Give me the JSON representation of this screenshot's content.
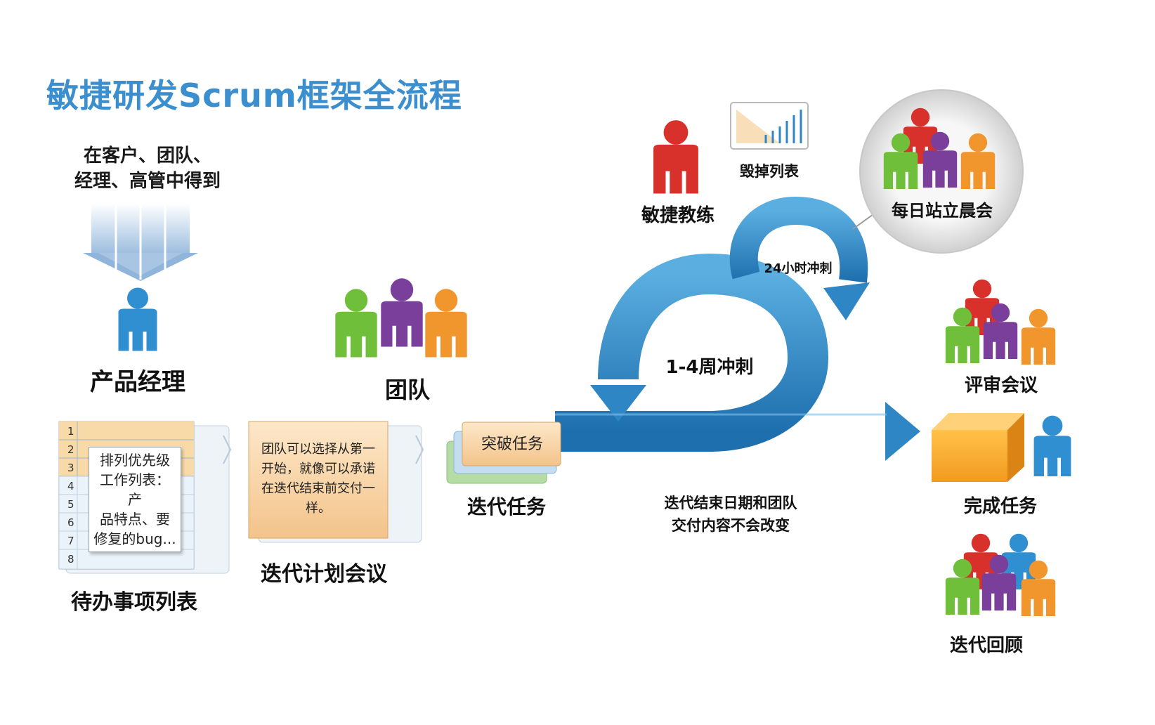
{
  "title": "敏捷研发Scrum框架全流程",
  "source_text": [
    "在客户、团队、",
    "经理、高管中得到"
  ],
  "roles": {
    "product_manager": "产品经理",
    "team": "团队",
    "scrum_master": "敏捷教练",
    "burndown": "毁掉列表",
    "daily_standup": "每日站立晨会",
    "review": "评审会议",
    "retro": "迭代回顾"
  },
  "backlog": {
    "label": "待办事项列表",
    "rows": [
      "1",
      "2",
      "3",
      "4",
      "5",
      "6",
      "7",
      "8"
    ],
    "note": [
      "排列优先级",
      "工作列表：产",
      "品特点、要",
      "修复的bug..."
    ]
  },
  "planning": {
    "label": "迭代计划会议",
    "note": [
      "团队可以选择从第一",
      "开始，就像可以承诺",
      "在迭代结束前交付一",
      "样。"
    ]
  },
  "sprint_backlog": {
    "card": "突破任务",
    "label": "迭代任务"
  },
  "cycles": {
    "big": "1-4周冲刺",
    "small": "24小时冲刺"
  },
  "sprint_note": [
    "迭代结束日期和团队",
    "交付内容不会改变"
  ],
  "done_label": "完成任务",
  "colors": {
    "title": "#3b8fcf",
    "arrow": "#2f86c4",
    "red": "#d8302a",
    "green": "#6fbf3a",
    "purple": "#7a3f9a",
    "orange": "#f0962c",
    "blue": "#2f8fd0"
  }
}
